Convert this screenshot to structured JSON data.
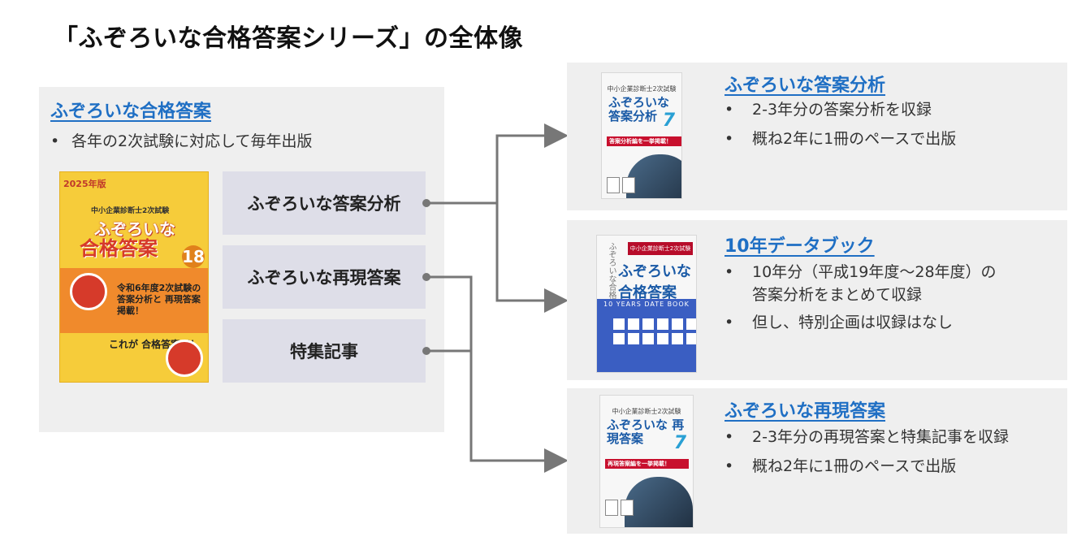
{
  "title": "「ふぞろいな合格答案シリーズ」の全体像",
  "main_series": {
    "heading": "ふぞろいな合格答案",
    "bullet": "各年の2次試験に対応して毎年出版",
    "cover": {
      "year": "2025年版",
      "subtitle": "中小企業診断士2次試験",
      "title_top": "ふぞろいな",
      "title_main": "合格答案",
      "edition": "18",
      "band_text": "令和6年度2次試験の 答案分析と 再現答案 掲載！",
      "bottom_text": "これが 合格答案だ！"
    },
    "items": [
      {
        "label": "ふぞろいな答案分析"
      },
      {
        "label": "ふぞろいな再現答案"
      },
      {
        "label": "特集記事"
      }
    ]
  },
  "books": [
    {
      "heading": "ふぞろいな答案分析",
      "bullets": [
        "2-3年分の答案分析を収録",
        "概ね2年に1冊のペースで出版"
      ],
      "cover": {
        "head": "中小企業診断士2次試験",
        "title": "ふぞろいな 答案分析",
        "num": "7",
        "band": "答案分析編を一挙掲載！"
      }
    },
    {
      "heading": "10年データブック",
      "bullets": [
        "10年分（平成19年度〜28年度）の",
        "答案分析をまとめて収録",
        "但し、特別企画は収録はなし"
      ],
      "cover": {
        "head": "中小企業診断士2次試験",
        "vert": "ふぞろいな合格答案",
        "title": "ふぞろいな 合格答案",
        "band": "10 YEARS DATE BOOK"
      }
    },
    {
      "heading": "ふぞろいな再現答案",
      "bullets": [
        "2-3年分の再現答案と特集記事を収録",
        "概ね2年に1冊のペースで出版"
      ],
      "cover": {
        "head": "中小企業診断士2次試験",
        "title": "ふぞろいな 再現答案",
        "num": "7",
        "band": "再現答案編を一挙掲載！"
      }
    }
  ],
  "colors": {
    "heading_blue": "#1f6fc4",
    "connector": "#777777",
    "panel_bg": "#efefef",
    "item_bg": "#dedee8"
  }
}
